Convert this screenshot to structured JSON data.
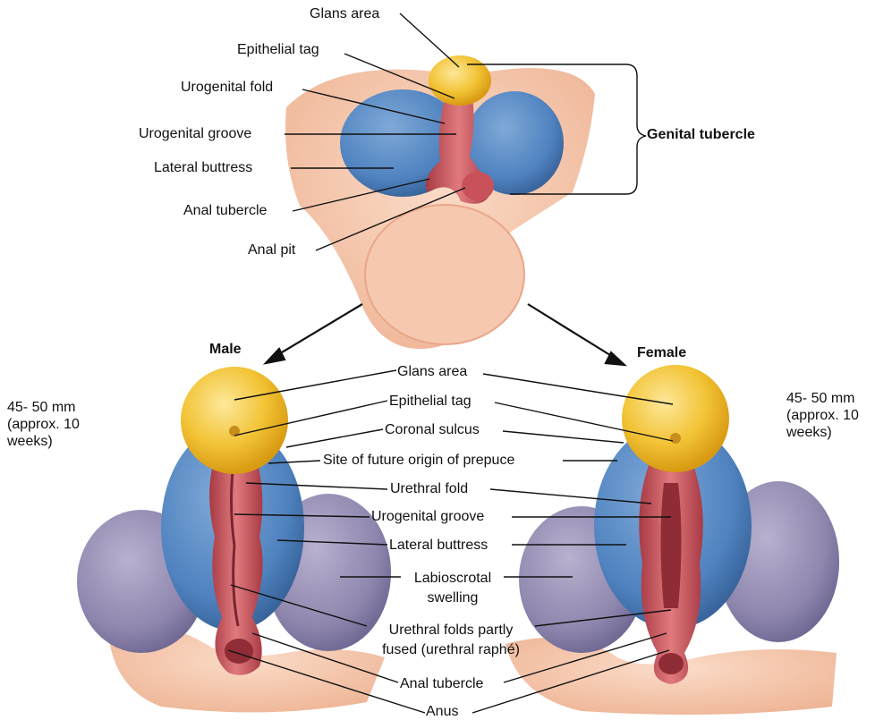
{
  "top": {
    "labels": {
      "glans_area": "Glans area",
      "epithelial_tag": "Epithelial tag",
      "urogenital_fold": "Urogenital fold",
      "urogenital_groove": "Urogenital groove",
      "lateral_buttress": "Lateral buttress",
      "anal_tubercle": "Anal tubercle",
      "anal_pit": "Anal pit",
      "genital_tubercle": "Genital tubercle"
    }
  },
  "male": {
    "title": "Male",
    "stage": "45- 50 mm\n(approx. 10\nweeks)"
  },
  "female": {
    "title": "Female",
    "stage": "45- 50 mm\n(approx. 10\nweeks)"
  },
  "bottom": {
    "labels": {
      "glans_area": "Glans area",
      "epithelial_tag": "Epithelial tag",
      "coronal_sulcus": "Coronal sulcus",
      "prepuce_site": "Site of future origin of prepuce",
      "urethral_fold": "Urethral fold",
      "urogenital_groove": "Urogenital groove",
      "lateral_buttress": "Lateral buttress",
      "labioscrotal_swelling": "Labioscrotal\nswelling",
      "urethral_folds_fused": "Urethral folds partly\nfused (urethral raphé)",
      "anal_tubercle": "Anal tubercle",
      "anus": "Anus"
    }
  },
  "colors": {
    "skin": "#f4c2a6",
    "skin_dark": "#e8a888",
    "glans": "#f2c335",
    "blue": "#4f82bf",
    "purple": "#8e86ad",
    "fold": "#c9525a"
  }
}
